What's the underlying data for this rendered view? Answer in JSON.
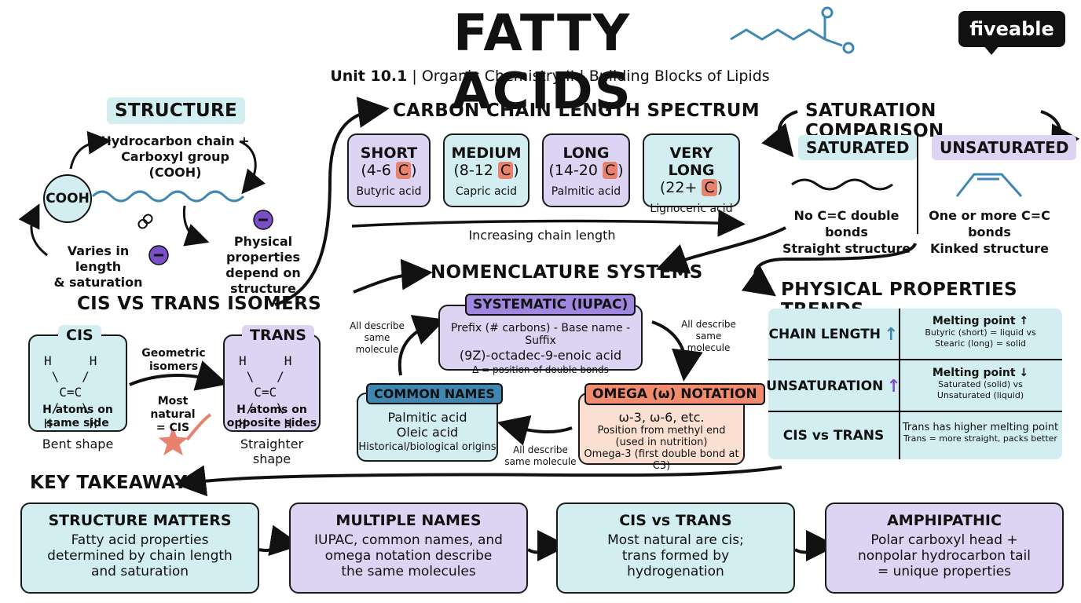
{
  "header": {
    "title": "FATTY ACIDS",
    "subtitle_bold": "Unit 10.1",
    "subtitle_rest": " | Organic Chemistry II | Building Blocks of Lipids",
    "logo": "fiveable"
  },
  "structure": {
    "title": "STRUCTURE",
    "cooh": "COOH",
    "top_note": "Hydrocarbon chain +\nCarboxyl group (COOH)",
    "left_note": "Varies in length\n& saturation",
    "right_note": "Physical properties\ndepend on structure"
  },
  "chain": {
    "title": "CARBON CHAIN LENGTH SPECTRUM",
    "cards": [
      {
        "name": "SHORT",
        "range": "(4-6 ",
        "c": "C",
        "close": ")",
        "example": "Butyric acid",
        "color": "purple"
      },
      {
        "name": "MEDIUM",
        "range": "(8-12 ",
        "c": "C",
        "close": ")",
        "example": "Capric acid",
        "color": "teal"
      },
      {
        "name": "LONG",
        "range": "(14-20 ",
        "c": "C",
        "close": ")",
        "example": "Palmitic acid",
        "color": "purple"
      },
      {
        "name": "VERY LONG",
        "range": "(22+ ",
        "c": "C",
        "close": ")",
        "example": "Lignoceric acid",
        "color": "teal"
      }
    ],
    "arrow_label": "Increasing chain length"
  },
  "saturation": {
    "title": "SATURATION COMPARISON",
    "saturated_tag": "SATURATED",
    "saturated_note": "No C=C double bonds\nStraight structure",
    "unsaturated_tag": "UNSATURATED",
    "unsaturated_note": "One or more C=C bonds\nKinked structure"
  },
  "cis_trans": {
    "title": "CIS VS TRANS ISOMERS",
    "cis_tag": "CIS",
    "cis_note": "H atoms on\nsame side",
    "cis_caption": "Bent shape",
    "trans_tag": "TRANS",
    "trans_note": "H atoms on\nopposite sides",
    "trans_caption": "Straighter shape",
    "geometric": "Geometric\nisomers",
    "natural": "Most natural\n= CIS"
  },
  "nomenclature": {
    "title": "NOMENCLATURE SYSTEMS",
    "iupac_tag": "SYSTEMATIC (IUPAC)",
    "iupac_lines": [
      "Prefix (# carbons) - Base name - Suffix",
      "(9Z)-octadec-9-enoic acid",
      "Δ = position of double bonds"
    ],
    "common_tag": "COMMON NAMES",
    "common_lines": [
      "Palmitic acid",
      "Oleic acid",
      "Historical/biological origins"
    ],
    "omega_tag": "OMEGA (ω) NOTATION",
    "omega_lines": [
      "ω-3, ω-6, etc.",
      "Position from methyl end",
      "(used in nutrition)",
      "Omega-3 (first double bond at C3)"
    ],
    "describe_left": "All describe\nsame\nmolecule",
    "describe_right": "All describe\nsame\nmolecule",
    "describe_bottom": "All describe\nsame molecule"
  },
  "physical": {
    "title": "PHYSICAL PROPERTIES TRENDS",
    "rows": [
      {
        "label": "CHAIN LENGTH",
        "arrow": "↑",
        "head": "Melting point ↑",
        "detail": "Butyric (short) = liquid vs\nStearic (long) = solid"
      },
      {
        "label": "UNSATURATION",
        "arrow": "↑",
        "head": "Melting point ↓",
        "detail": "Saturated (solid) vs\nUnsaturated (liquid)"
      },
      {
        "label": "CIS vs TRANS",
        "arrow": "",
        "head": "Trans has higher melting point",
        "detail": "Trans = more straight, packs better"
      }
    ]
  },
  "takeaways": {
    "title": "KEY TAKEAWAYS",
    "cards": [
      {
        "title": "STRUCTURE MATTERS",
        "body": "Fatty acid properties\ndetermined by chain length\nand saturation",
        "color": "teal"
      },
      {
        "title": "MULTIPLE NAMES",
        "body": "IUPAC, common names, and\nomega notation describe\nthe same molecules",
        "color": "purple"
      },
      {
        "title": "CIS vs TRANS",
        "body": "Most natural are cis;\ntrans formed by\nhydrogenation",
        "color": "teal"
      },
      {
        "title": "AMPHIPATHIC",
        "body": "Polar carboxyl head +\nnonpolar hydrocarbon tail\n= unique properties",
        "color": "purple"
      }
    ]
  },
  "colors": {
    "teal": "#d3eef0",
    "purple": "#ddd3f3",
    "orange": "#fbe0d2",
    "blue_line": "#3f87b0",
    "minus_badge": "#7b4fc8",
    "c_highlight": "#e8826e"
  }
}
